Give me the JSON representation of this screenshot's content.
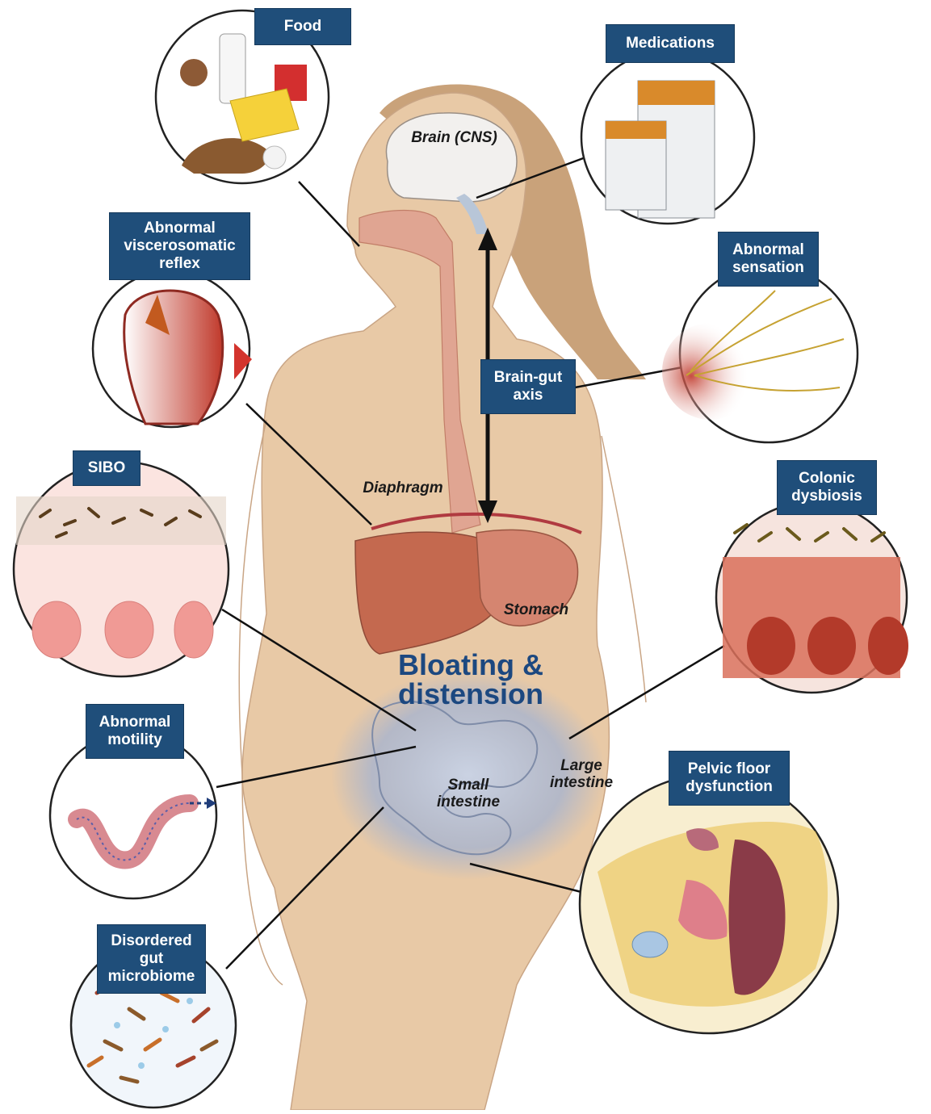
{
  "center": {
    "line1": "Bloating &",
    "line2": "distension"
  },
  "organs": {
    "brain": "Brain (CNS)",
    "diaphragm": "Diaphragm",
    "stomach": "Stomach",
    "large_intestine_1": "Large",
    "large_intestine_2": "intestine",
    "small_intestine_1": "Small",
    "small_intestine_2": "intestine"
  },
  "axis": {
    "line1": "Brain-gut",
    "line2": "axis"
  },
  "factors": {
    "food": {
      "line1": "Food"
    },
    "medications": {
      "line1": "Medications"
    },
    "viscerosomatic": {
      "line1": "Abnormal",
      "line2": "viscerosomatic",
      "line3": "reflex"
    },
    "sensation": {
      "line1": "Abnormal",
      "line2": "sensation"
    },
    "sibo": {
      "line1": "SIBO"
    },
    "colonic": {
      "line1": "Colonic",
      "line2": "dysbiosis"
    },
    "motility": {
      "line1": "Abnormal",
      "line2": "motility"
    },
    "pelvic": {
      "line1": "Pelvic floor",
      "line2": "dysfunction"
    },
    "microbiome": {
      "line1": "Disordered",
      "line2": "gut",
      "line3": "microbiome"
    }
  },
  "colors": {
    "label_box": "#1f4e7a",
    "skin": "#e8c9a6",
    "hair": "#c9a27a",
    "organ": "#d4826a",
    "center_text": "#1c4880"
  }
}
